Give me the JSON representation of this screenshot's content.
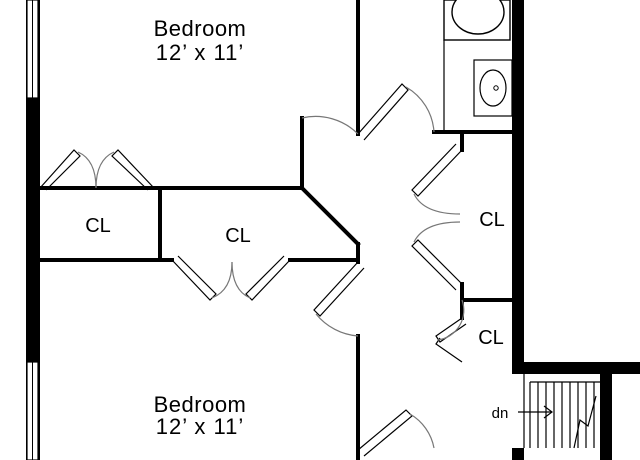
{
  "floor_plan": {
    "rooms": [
      {
        "key": "bedroom_top",
        "name": "Bedroom",
        "dimensions": "12’ x 11’"
      },
      {
        "key": "bedroom_bottom",
        "name": "Bedroom",
        "dimensions": "12’ x 11’"
      }
    ],
    "closets": {
      "cl_left": "CL",
      "cl_center": "CL",
      "cl_right_upper": "CL",
      "cl_right_lower": "CL"
    },
    "stairs_label": "dn"
  }
}
